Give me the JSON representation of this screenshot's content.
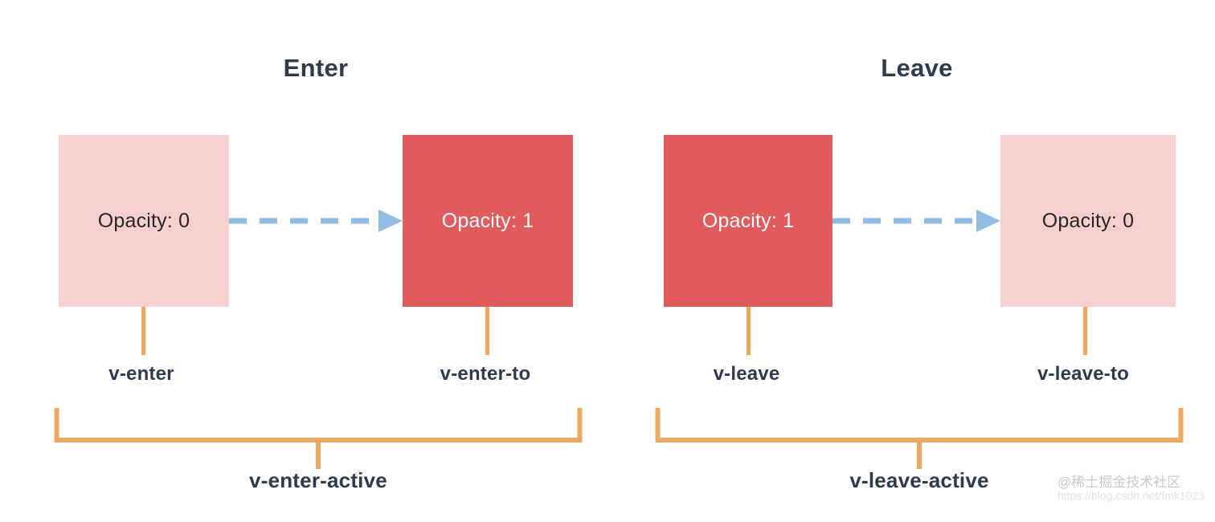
{
  "groups": [
    {
      "title": "Enter",
      "from_box": {
        "label": "Opacity: 0",
        "style": "pale"
      },
      "to_box": {
        "label": "Opacity: 1",
        "style": "solid"
      },
      "from_class": "v-enter",
      "to_class": "v-enter-to",
      "active_class": "v-enter-active"
    },
    {
      "title": "Leave",
      "from_box": {
        "label": "Opacity: 1",
        "style": "solid"
      },
      "to_box": {
        "label": "Opacity: 0",
        "style": "pale"
      },
      "from_class": "v-leave",
      "to_class": "v-leave-to",
      "active_class": "v-leave-active"
    }
  ],
  "watermark": {
    "name": "@稀土掘金技术社区",
    "url": "https://blog.csdn.net/fmk1023"
  },
  "colors": {
    "box_pale": "#f7cfcf",
    "box_solid": "#e05c5c",
    "bracket_orange": "#efa75f",
    "arrow_blue": "#8fbce0",
    "text_navy": "#2e3b4e",
    "background": "#ffffff"
  }
}
